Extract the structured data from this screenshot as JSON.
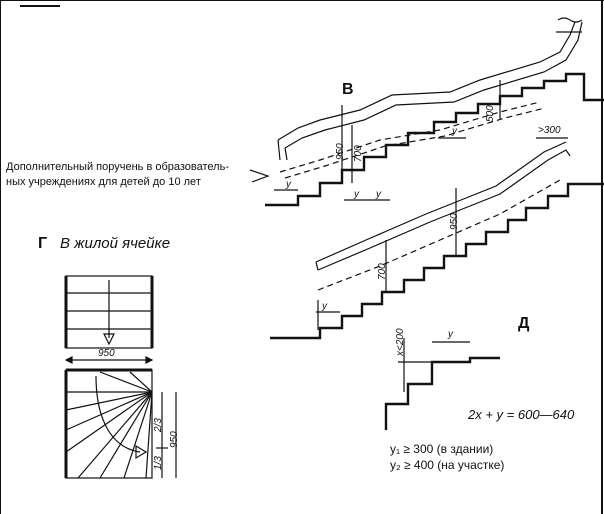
{
  "labels": {
    "section_v": "В",
    "section_g": "Г",
    "section_d": "Д",
    "section_g_title": "В жилой ячейке",
    "note_line1": "Дополнительный поручень в образователь-",
    "note_line2": "ных учреждениях для детей до 10 лет",
    "formula": "2x + y = 600—640",
    "cond_y1": "y₁ ≥ 300 (в здании)",
    "cond_y2": "y₂ ≥ 400 (на участке)"
  },
  "dimensions": {
    "d950_top": "950",
    "d700_top": "700",
    "d500": "500",
    "d300": ">300",
    "d950_lower": "950",
    "d700_lower": "700",
    "d950_plan": "950",
    "d2_3": "2/3",
    "d1_3": "1/3",
    "d950_side": "950",
    "x200": "x<200",
    "y": "y"
  },
  "colors": {
    "line": "#111111",
    "background": "#ffffff"
  }
}
